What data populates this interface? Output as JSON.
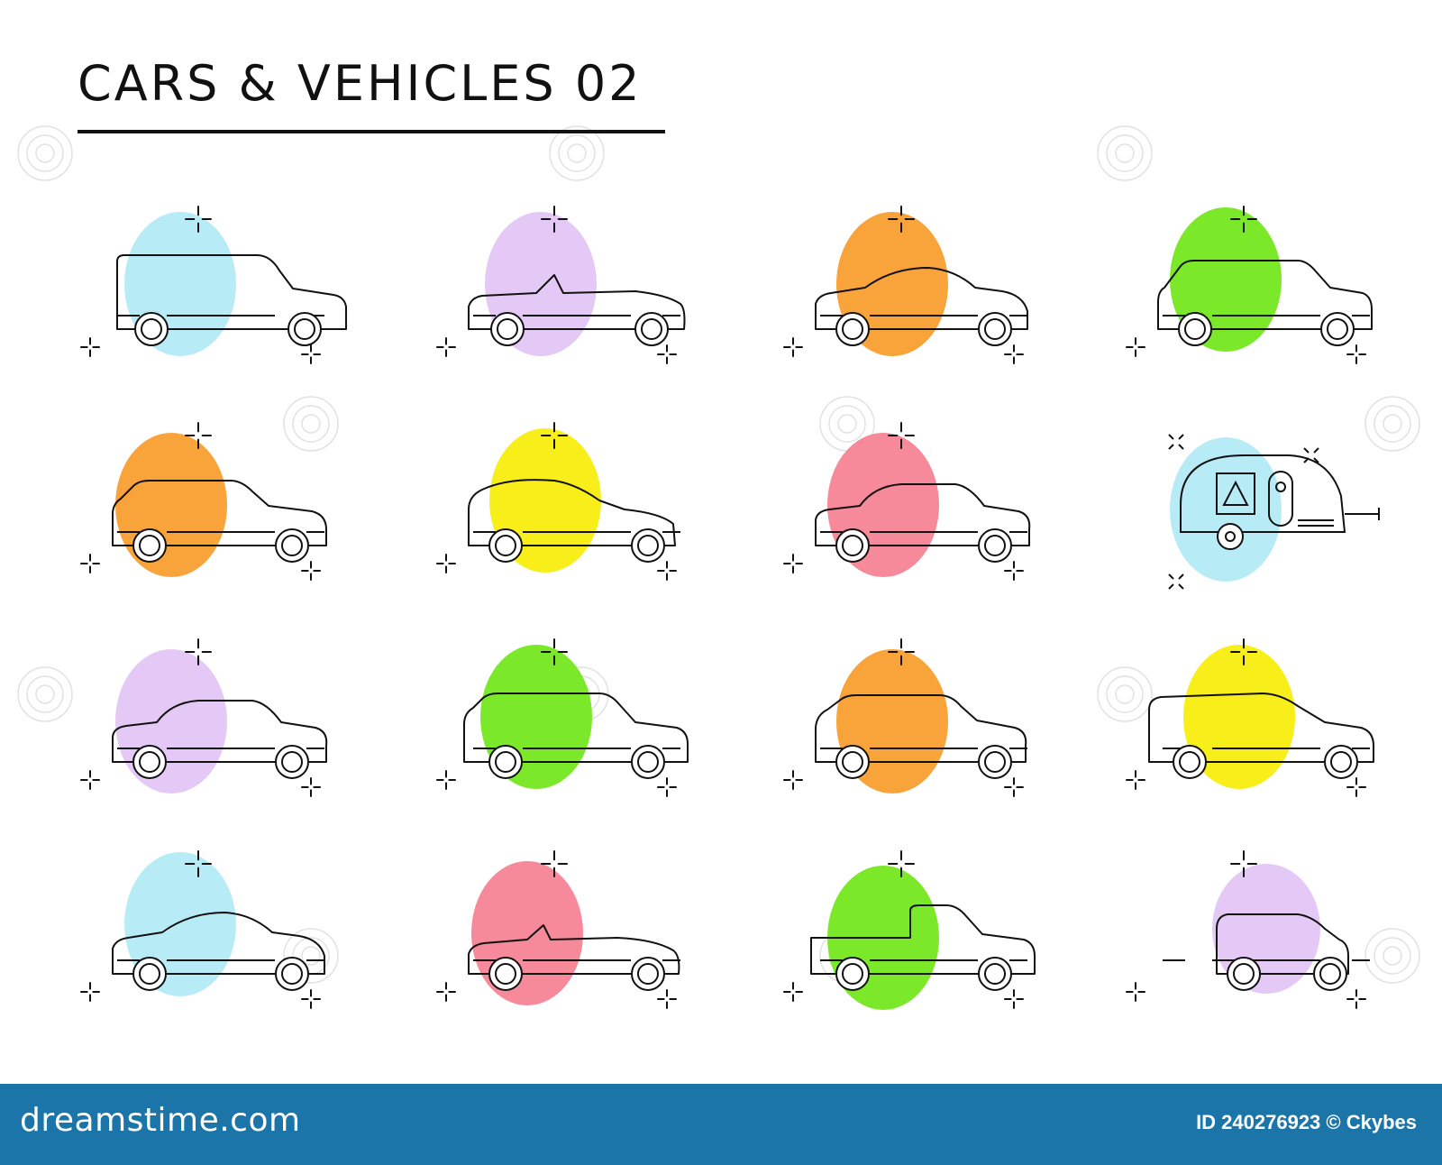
{
  "header": {
    "title": "CARS & VEHICLES 02"
  },
  "icons": [
    {
      "name": "van-icon",
      "blob_color": "#b7ecf7"
    },
    {
      "name": "convertible-car-icon",
      "blob_color": "#e4c9f6"
    },
    {
      "name": "coupe-car-icon",
      "blob_color": "#f9a33b"
    },
    {
      "name": "station-wagon-icon",
      "blob_color": "#7ce82a"
    },
    {
      "name": "hatchback-car-icon",
      "blob_color": "#f9a33b"
    },
    {
      "name": "compact-hatchback-icon",
      "blob_color": "#f8ef1a"
    },
    {
      "name": "sedan-car-icon",
      "blob_color": "#f6899a"
    },
    {
      "name": "camper-trailer-icon",
      "blob_color": "#b7ecf7"
    },
    {
      "name": "sedan-car-icon",
      "blob_color": "#e4c9f6"
    },
    {
      "name": "suv-car-icon",
      "blob_color": "#7ce82a"
    },
    {
      "name": "crossover-car-icon",
      "blob_color": "#f9a33b"
    },
    {
      "name": "minivan-icon",
      "blob_color": "#f8ef1a"
    },
    {
      "name": "coupe-car-icon",
      "blob_color": "#b7ecf7"
    },
    {
      "name": "roadster-car-icon",
      "blob_color": "#f6899a"
    },
    {
      "name": "pickup-truck-icon",
      "blob_color": "#7ce82a"
    },
    {
      "name": "city-car-icon",
      "blob_color": "#e4c9f6"
    }
  ],
  "colors": {
    "line": "#111111",
    "footer_bg": "#1b75a8",
    "footer_text": "#ffffff"
  },
  "footer": {
    "logo_text": "dreamstime.com",
    "id_text": "ID 240276923 © Ckybes"
  }
}
